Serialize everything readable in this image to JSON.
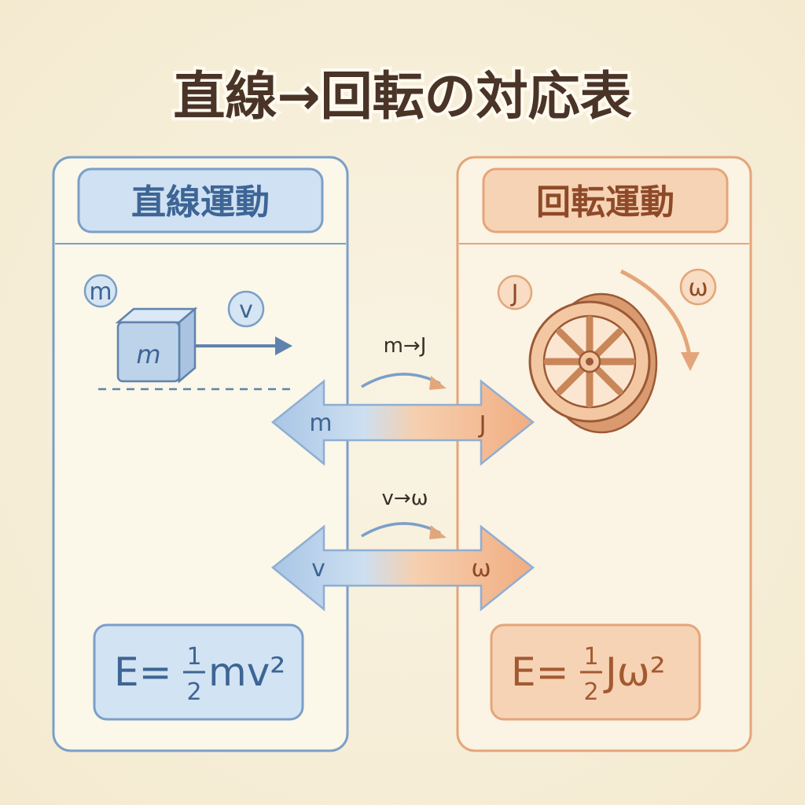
{
  "title": "直線→回転の対応表",
  "left_panel": {
    "header": "直線運動",
    "mass_symbol": "m",
    "velocity_symbol": "v",
    "block_label": "m",
    "formula": {
      "lhs": "E=",
      "num": "1",
      "den": "2",
      "rest": "mv²"
    }
  },
  "right_panel": {
    "header": "回転運動",
    "inertia_symbol": "J",
    "omega_symbol": "ω",
    "formula": {
      "lhs": "E=",
      "num": "1",
      "den": "2",
      "rest": "Jω²"
    }
  },
  "mappings": [
    {
      "caption": "m→J",
      "left": "m",
      "right": "J"
    },
    {
      "caption": "v→ω",
      "left": "v",
      "right": "ω"
    }
  ],
  "colors": {
    "blue": "#7b9fc8",
    "orange": "#e3a67a",
    "text_dark": "#4a3427"
  }
}
